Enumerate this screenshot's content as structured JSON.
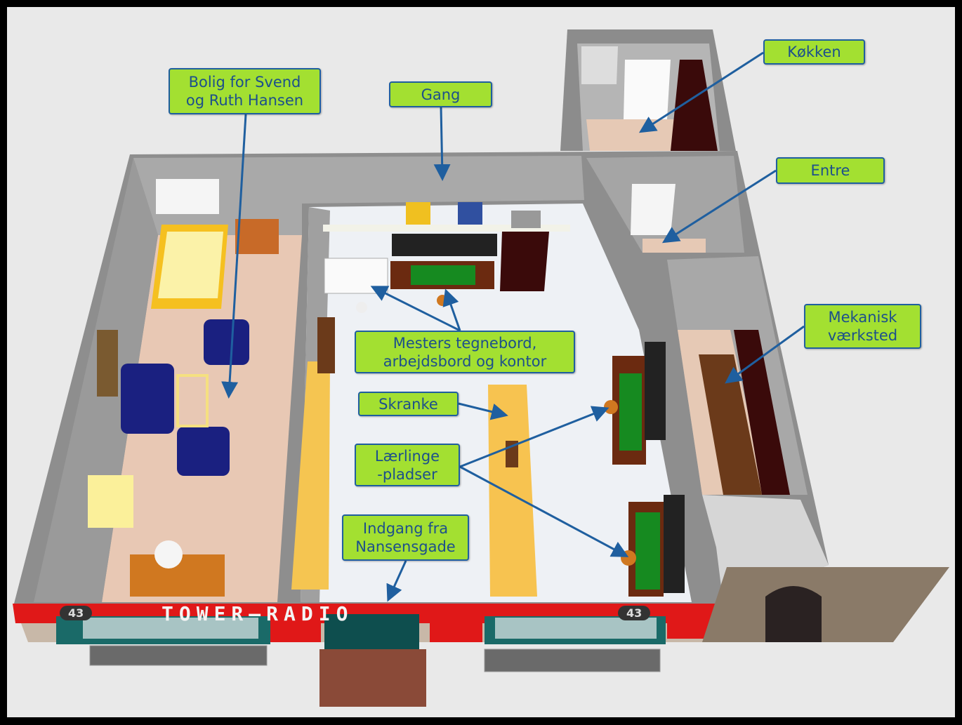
{
  "labels": {
    "bolig": [
      "Bolig for Svend",
      "og Ruth Hansen"
    ],
    "gang": [
      "Gang"
    ],
    "kokken": [
      "Køkken"
    ],
    "entre": [
      "Entre"
    ],
    "mekanisk": [
      "Mekanisk",
      "værksted"
    ],
    "mesters": [
      "Mesters tegnebord,",
      "arbejdsbord og kontor"
    ],
    "skranke": [
      "Skranke"
    ],
    "laerlinge": [
      "Lærlinge",
      "-pladser"
    ],
    "indgang": [
      "Indgang fra",
      "Nansensgade"
    ]
  },
  "storefront": {
    "sign": "TOWER—RADIO",
    "number": "43"
  },
  "colors": {
    "label_bg": "#a3e031",
    "label_border": "#1f5f9f",
    "arrow": "#1f5f9f",
    "sign_red": "#e01818"
  }
}
